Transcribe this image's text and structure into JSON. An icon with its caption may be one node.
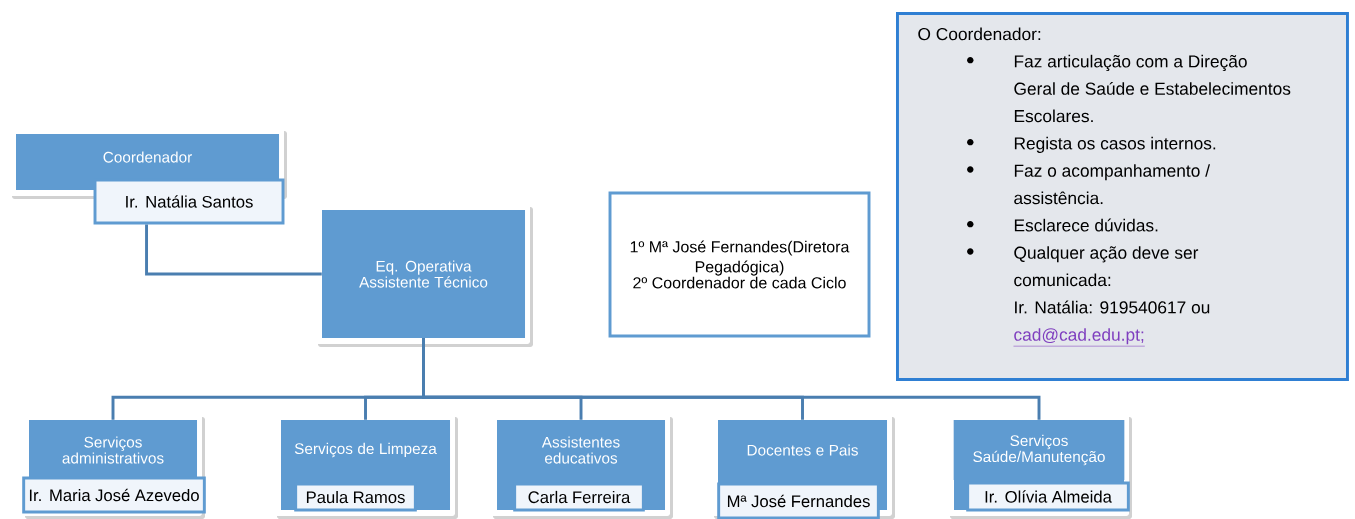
{
  "diagram": {
    "nodes": [
      {
        "text": [
          "Coordenador"
        ]
      },
      {
        "text": [
          "Ir. Natália Santos"
        ]
      },
      {
        "text": [
          "Eq. Operativa",
          "Assistente Técnico"
        ]
      },
      {
        "text": [
          "1º Mª José Fernandes(Diretora Pegadógica)",
          "2º Coordenador  de cada  Ciclo"
        ]
      },
      {
        "text": [
          "O Coordenador:",
          "Faz articulação com a Direção Geral de Saúde e Estabelecimentos Escolares.",
          "Regista os casos internos.",
          "Faz o acompanhamento / assistência.",
          "Esclarece dúvidas.",
          "Qualquer ação deve ser comunicada:",
          "Ir. Natália: 919540617 ou",
          "cad@cad.edu.pt;"
        ]
      },
      {
        "text": [
          "Serviços administrativos"
        ]
      },
      {
        "text": [
          "Ir. Maria José Azevedo"
        ],
        "in": 5
      },
      {
        "text": [
          "Serviços de Limpeza"
        ]
      },
      {
        "text": [
          "Paula Ramos"
        ],
        "in": 7
      },
      {
        "text": [
          "Assistentes educativos"
        ]
      },
      {
        "text": [
          "Carla Ferreira"
        ],
        "in": 9
      },
      {
        "text": [
          "Docentes e Pais"
        ]
      },
      {
        "text": [
          "Mª José Fernandes"
        ],
        "in": 11
      },
      {
        "text": [
          "Serviços Saúde/Manutenção"
        ]
      },
      {
        "text": [
          "Ir. Olívia Almeida"
        ],
        "in": 13
      }
    ],
    "edges": [
      {
        "from": 1,
        "to": 2,
        "arrow": "none"
      },
      {
        "from": 2,
        "to": 5,
        "arrow": "none"
      },
      {
        "from": 2,
        "to": 7,
        "arrow": "none"
      },
      {
        "from": 2,
        "to": 9,
        "arrow": "none"
      },
      {
        "from": 2,
        "to": 11,
        "arrow": "none"
      },
      {
        "from": 2,
        "to": 13,
        "arrow": "none"
      }
    ]
  }
}
